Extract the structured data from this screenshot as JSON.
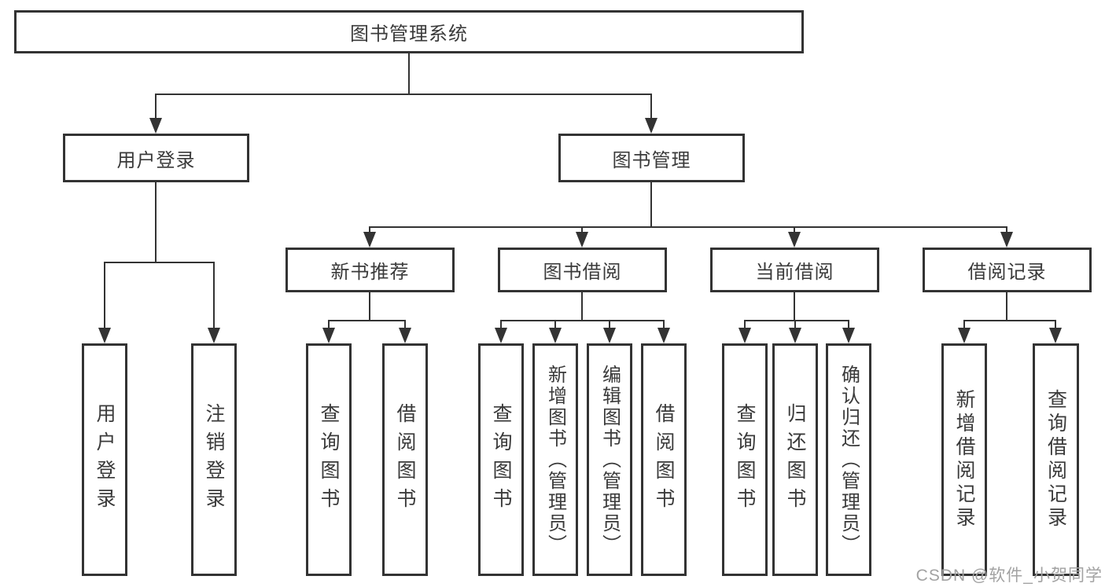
{
  "diagram_title": "图书管理系统",
  "watermark": "CSDN @软件_小贺同学",
  "colors": {
    "line": "#333333",
    "text": "#3a3a3a",
    "watermark": "#a2a2a2",
    "background": "#ffffff"
  },
  "nodes": {
    "root": {
      "label": "图书管理系统"
    },
    "user_login": {
      "label": "用户登录"
    },
    "book_mgmt": {
      "label": "图书管理"
    },
    "new_book_rec": {
      "label": "新书推荐"
    },
    "book_borrow": {
      "label": "图书借阅"
    },
    "current_borrow": {
      "label": "当前借阅"
    },
    "borrow_records": {
      "label": "借阅记录"
    },
    "leaf_user_login": {
      "label": "用户登录"
    },
    "leaf_logout": {
      "label": "注销登录"
    },
    "leaf_query_book_1": {
      "label": "查询图书"
    },
    "leaf_borrow_book_1": {
      "label": "借阅图书"
    },
    "leaf_query_book_2": {
      "label": "查询图书"
    },
    "leaf_add_book": {
      "label": "新增图书（管理员）"
    },
    "leaf_edit_book": {
      "label": "编辑图书（管理员）"
    },
    "leaf_borrow_book_2": {
      "label": "借阅图书"
    },
    "leaf_query_book_3": {
      "label": "查询图书"
    },
    "leaf_return_book": {
      "label": "归还图书"
    },
    "leaf_confirm_return": {
      "label": "确认归还（管理员）"
    },
    "leaf_add_borrow_record": {
      "label": "新增借阅记录"
    },
    "leaf_query_borrow_record": {
      "label": "查询借阅记录"
    }
  },
  "hierarchy": {
    "root": "图书管理系统",
    "children": [
      {
        "label": "用户登录",
        "children": [
          "用户登录",
          "注销登录"
        ]
      },
      {
        "label": "图书管理",
        "children": [
          {
            "label": "新书推荐",
            "children": [
              "查询图书",
              "借阅图书"
            ]
          },
          {
            "label": "图书借阅",
            "children": [
              "查询图书",
              "新增图书（管理员）",
              "编辑图书（管理员）",
              "借阅图书"
            ]
          },
          {
            "label": "当前借阅",
            "children": [
              "查询图书",
              "归还图书",
              "确认归还（管理员）"
            ]
          },
          {
            "label": "借阅记录",
            "children": [
              "新增借阅记录",
              "查询借阅记录"
            ]
          }
        ]
      }
    ]
  }
}
